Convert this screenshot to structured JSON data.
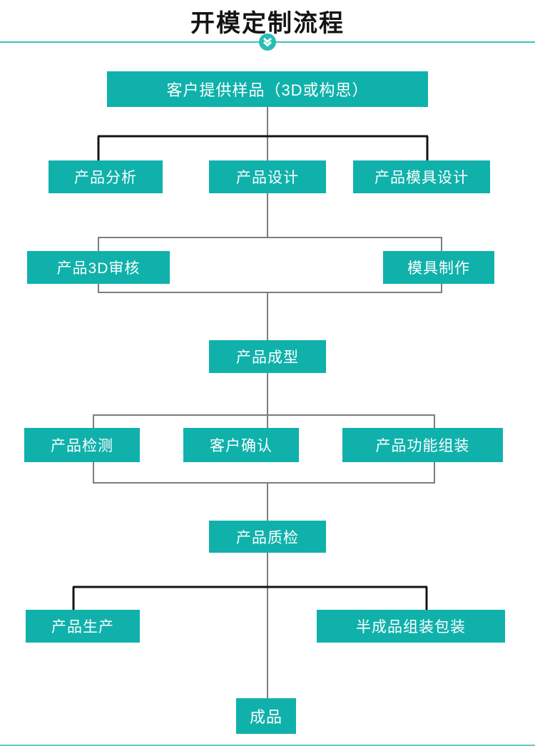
{
  "page": {
    "title": "开模定制流程"
  },
  "icons": {
    "header_marker": "double-chevron-down-icon"
  },
  "colors": {
    "box_teal": "#10b1ab",
    "divider_teal": "#3cc1bb",
    "chevron_circle_teal": "#2abcb5",
    "bottom_line_teal": "#5eccc6",
    "gray_connector": "#7d7d7d",
    "black_connector": "#141414",
    "title_text": "#141414",
    "box_text": "#ffffff"
  },
  "flowchart": {
    "nodes": [
      {
        "label": "客户提供样品（3D或构思）"
      },
      {
        "label": "产品分析"
      },
      {
        "label": "产品设计"
      },
      {
        "label": "产品模具设计"
      },
      {
        "label": "产品3D审核"
      },
      {
        "label": "模具制作"
      },
      {
        "label": "产品成型"
      },
      {
        "label": "产品检测"
      },
      {
        "label": "客户确认"
      },
      {
        "label": "产品功能组装"
      },
      {
        "label": "产品质检"
      },
      {
        "label": "产品生产"
      },
      {
        "label": "半成品组装包装"
      },
      {
        "label": "成品"
      }
    ]
  }
}
